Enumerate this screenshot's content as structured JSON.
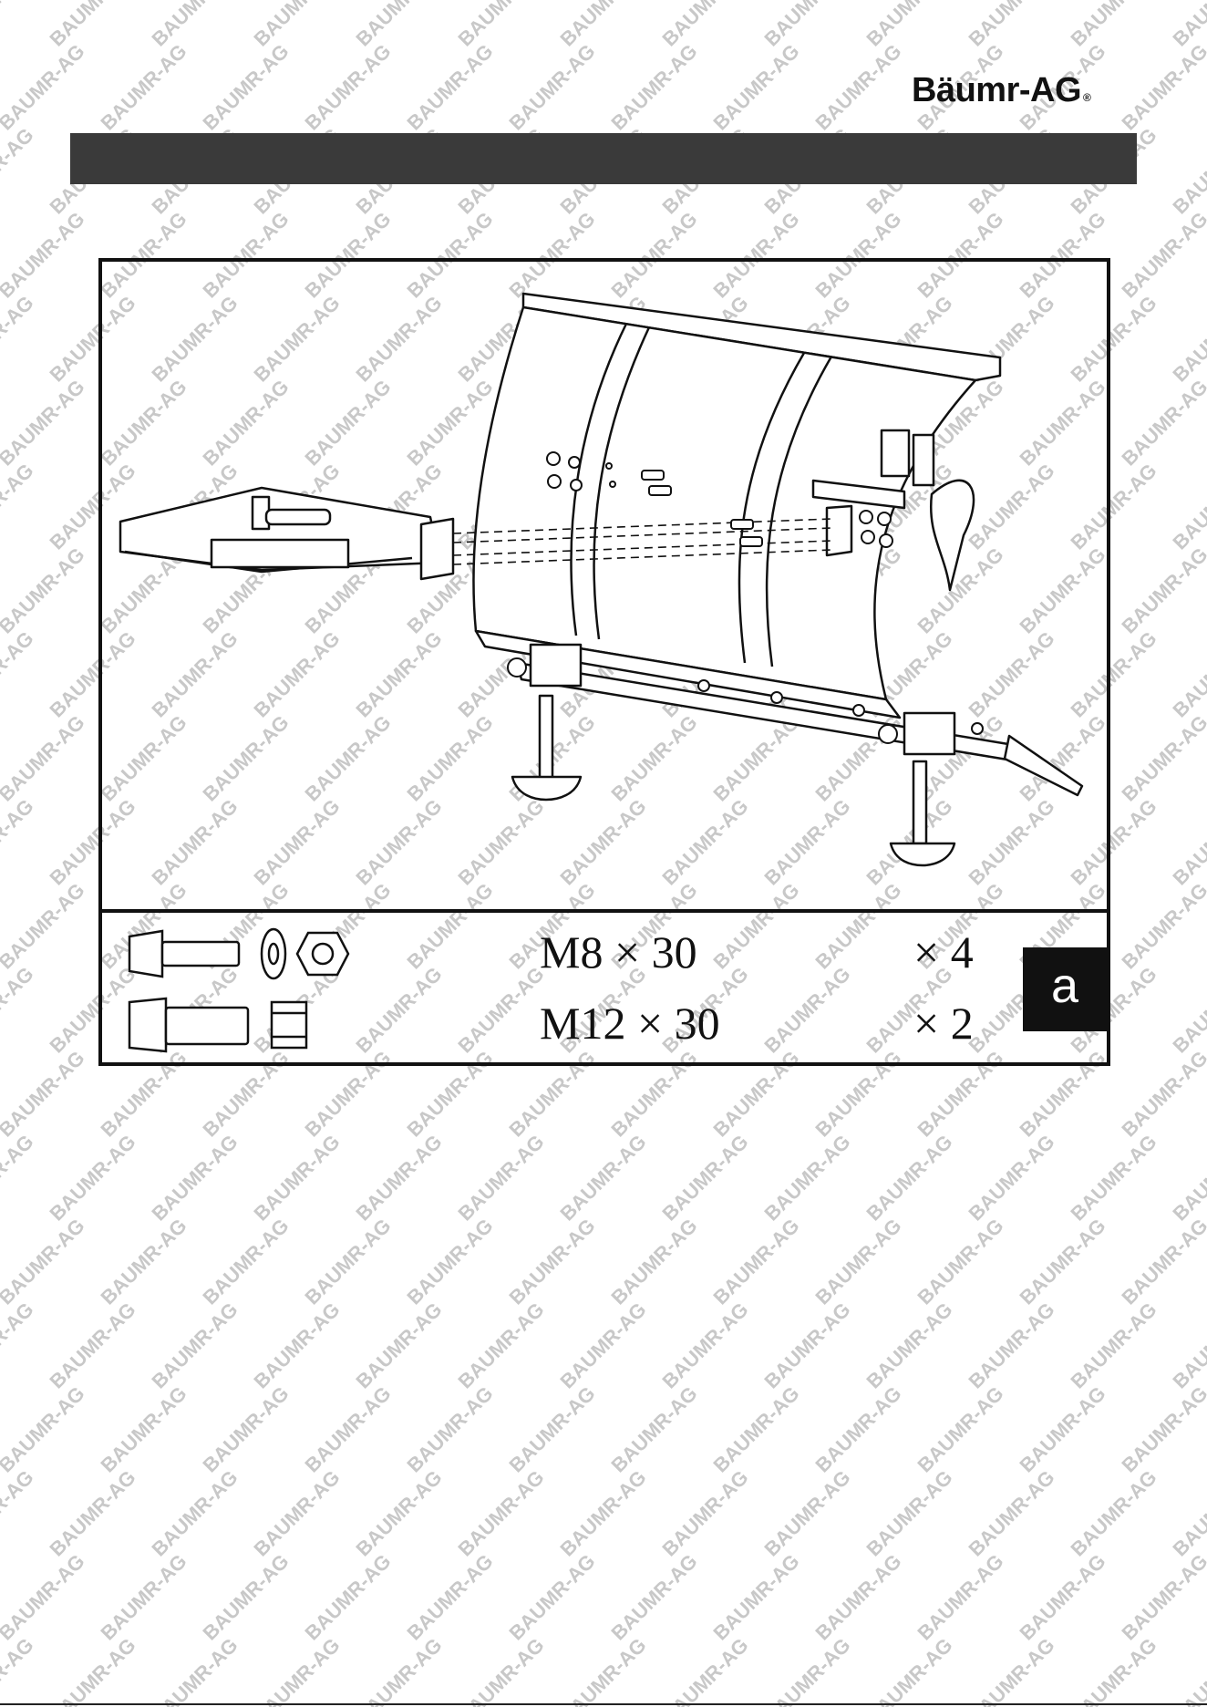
{
  "brand": {
    "logo_text": "Bäumr-AG",
    "registered": "®"
  },
  "watermark_text": "BAUMR-AG",
  "figure": {
    "icons": [
      "snow-plow-blade",
      "mounting-bracket",
      "support-leg",
      "bolt-icon",
      "washer-icon",
      "lock-nut-icon",
      "hex-nut-icon"
    ]
  },
  "parts": [
    {
      "spec": "M8 × 30",
      "qty": "× 4"
    },
    {
      "spec": "M12 × 30",
      "qty": "× 2"
    }
  ],
  "step_label": "a"
}
